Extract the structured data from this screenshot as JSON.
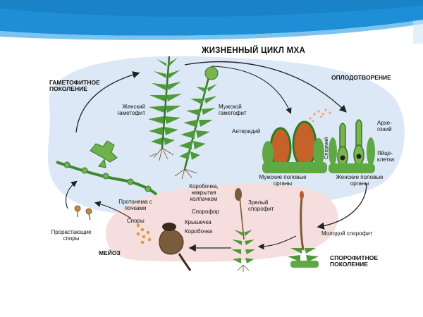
{
  "title": "ЖИЗНЕННЫЙ ЦИКЛ МХА",
  "labels": {
    "gametophyte_gen": "ГАМЕТОФИТНОЕ\nПОКОЛЕНИЕ",
    "fertilization": "ОПЛОДОТВОРЕНИЕ",
    "female_gametophyte": "Женский\nгаметофит",
    "male_gametophyte": "Мужской\nгаметофит",
    "antheridium": "Антеридий",
    "sperm": "Спермий",
    "archegonium": "Архе-\nгоний",
    "egg_cell": "Яйце-\nклетка",
    "male_organs": "Мужские половые\nорганы",
    "female_organs": "Женские половые\nорганы",
    "protonema": "Протонема с\nпочками",
    "capsule_cap": "Коробочка,\nнакрытая\nколпачком",
    "mature_sporophyte": "Зрелый\nспорофит",
    "sporophore": "Спорофор",
    "lid": "Крышечка",
    "capsule": "Коробочка",
    "spores": "Споры",
    "germinating_spores": "Прорастающие\nспоры",
    "meiosis": "МЕЙОЗ",
    "young_sporophyte": "Молодой спорофит",
    "sporophyte_gen": "СПОРОФИТНОЕ\nПОКОЛЕНИЕ"
  },
  "colors": {
    "header_blue": "#1e8fd6",
    "header_light": "#7cc4ef",
    "gametophyte_zone": "#dde8f6",
    "sporophyte_zone": "#f6dede",
    "plant_green": "#3c8a2e",
    "organ_orange": "#c4622a"
  }
}
